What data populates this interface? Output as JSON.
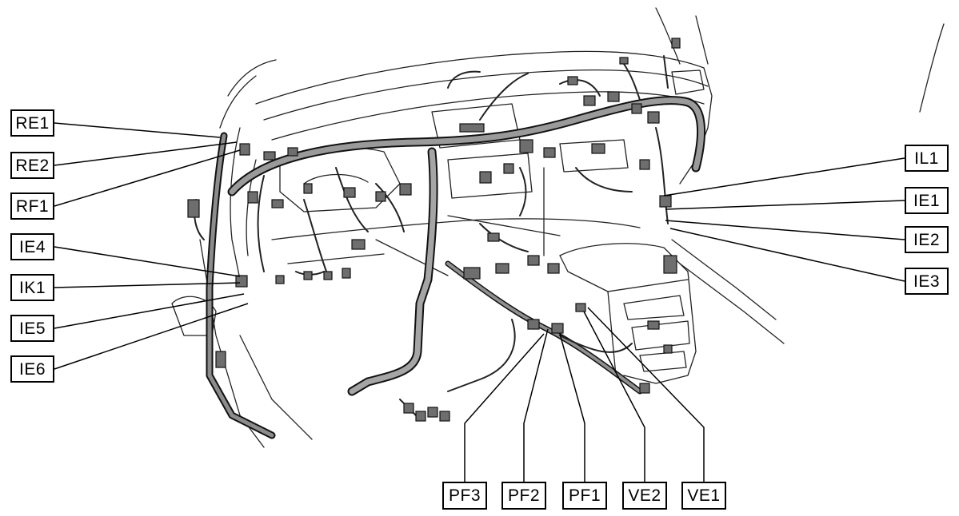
{
  "callouts": {
    "RE1": "RE1",
    "RE2": "RE2",
    "RF1": "RF1",
    "IE4": "IE4",
    "IK1": "IK1",
    "IE5": "IE5",
    "IE6": "IE6",
    "IL1": "IL1",
    "IE1": "IE1",
    "IE2": "IE2",
    "IE3": "IE3",
    "PF3": "PF3",
    "PF2": "PF2",
    "PF1": "PF1",
    "VE2": "VE2",
    "VE1": "VE1"
  }
}
